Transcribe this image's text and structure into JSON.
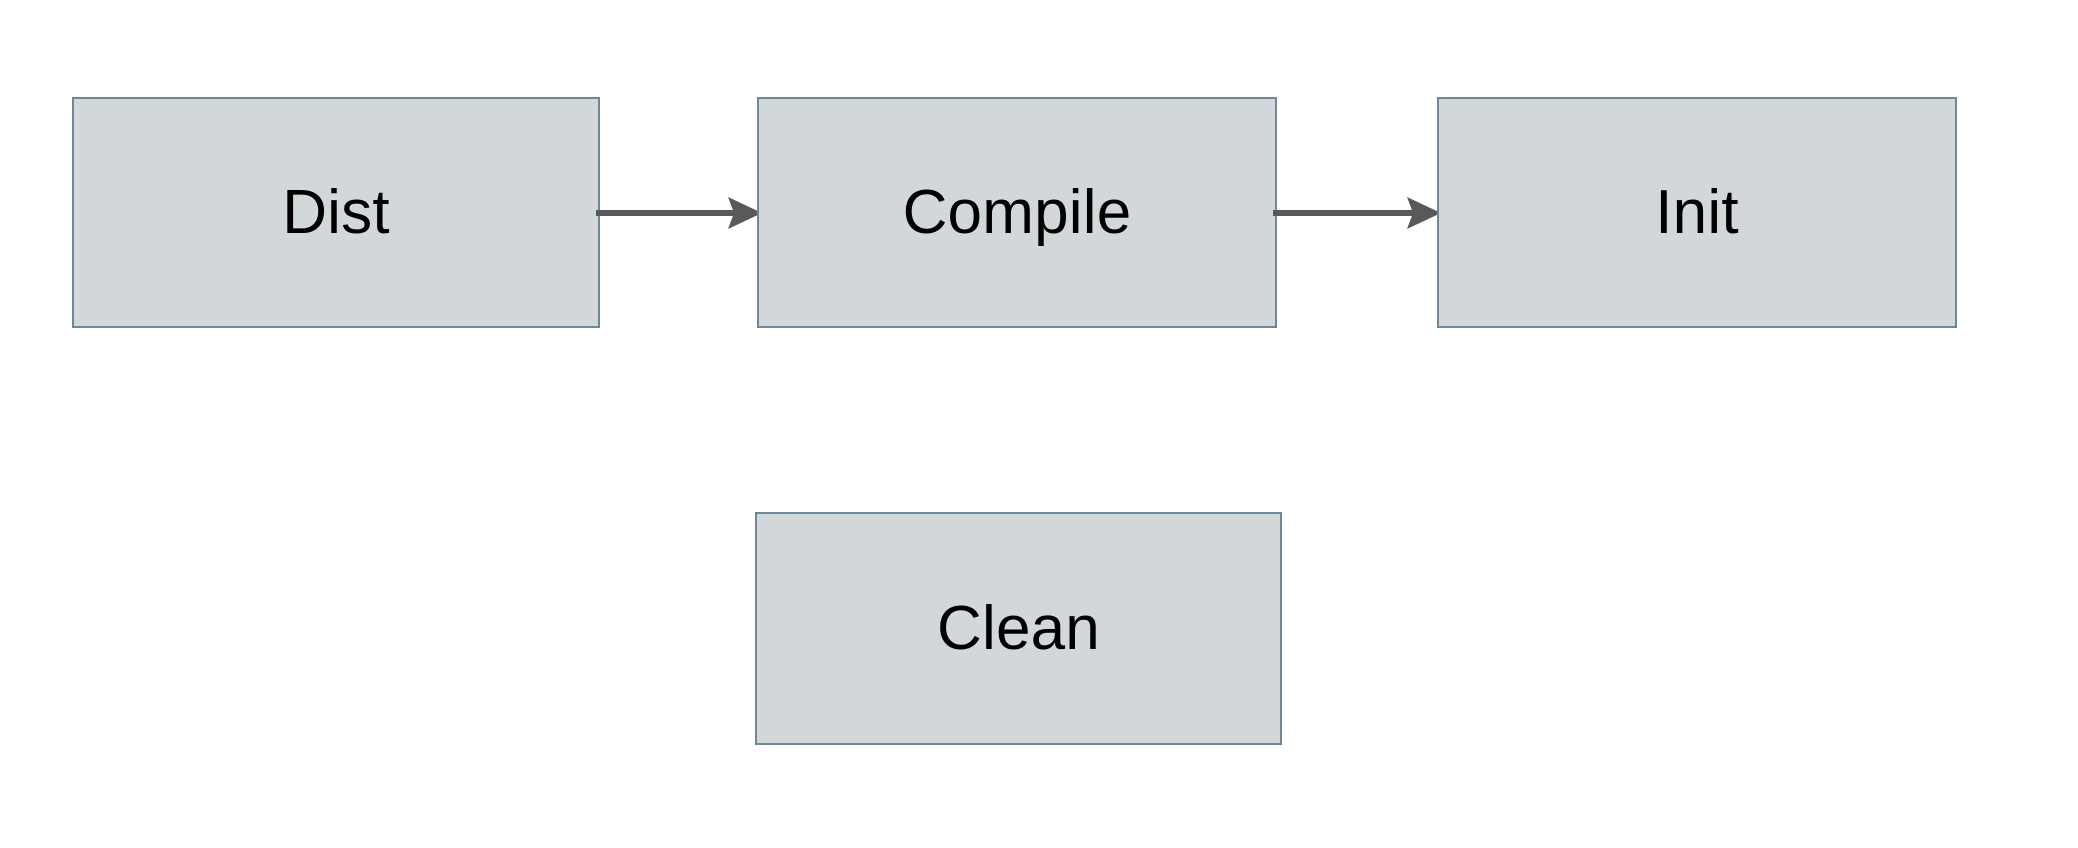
{
  "diagram": {
    "type": "flowchart",
    "background_color": "#ffffff",
    "node_fill_color": "#d2d8da",
    "node_border_color": "#6f8898",
    "edge_color": "#595959",
    "label_color": "#000000",
    "nodes": [
      {
        "id": "dist",
        "label": "Dist"
      },
      {
        "id": "compile",
        "label": "Compile"
      },
      {
        "id": "init",
        "label": "Init"
      },
      {
        "id": "clean",
        "label": "Clean"
      }
    ],
    "edges": [
      {
        "id": "dist-compile",
        "from": "Dist",
        "to": "Compile",
        "label": "",
        "arrowhead": "solid-triangle",
        "direction": "right"
      },
      {
        "id": "compile-init",
        "from": "Compile",
        "to": "Init",
        "label": "",
        "arrowhead": "solid-triangle",
        "direction": "right"
      }
    ]
  }
}
